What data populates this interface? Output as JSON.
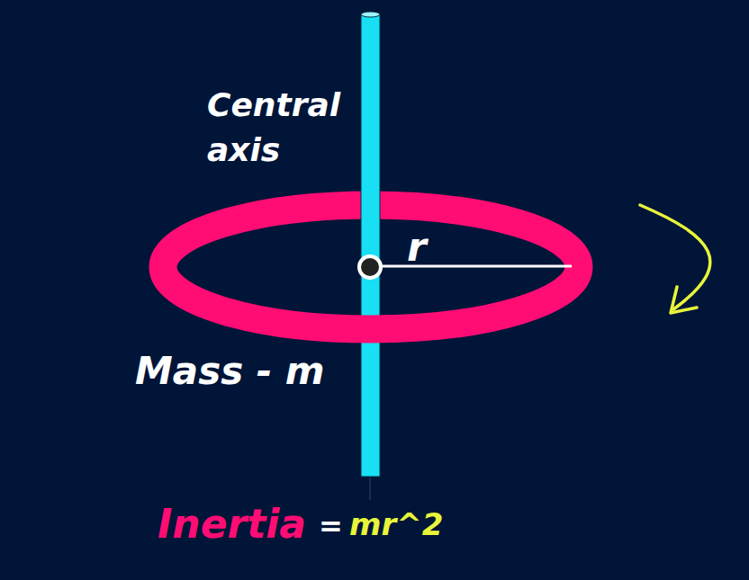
{
  "diagram": {
    "labels": [
      "Central axis",
      "r",
      "Mass - m",
      "Inertia",
      "=",
      "mr^2"
    ]
  }
}
